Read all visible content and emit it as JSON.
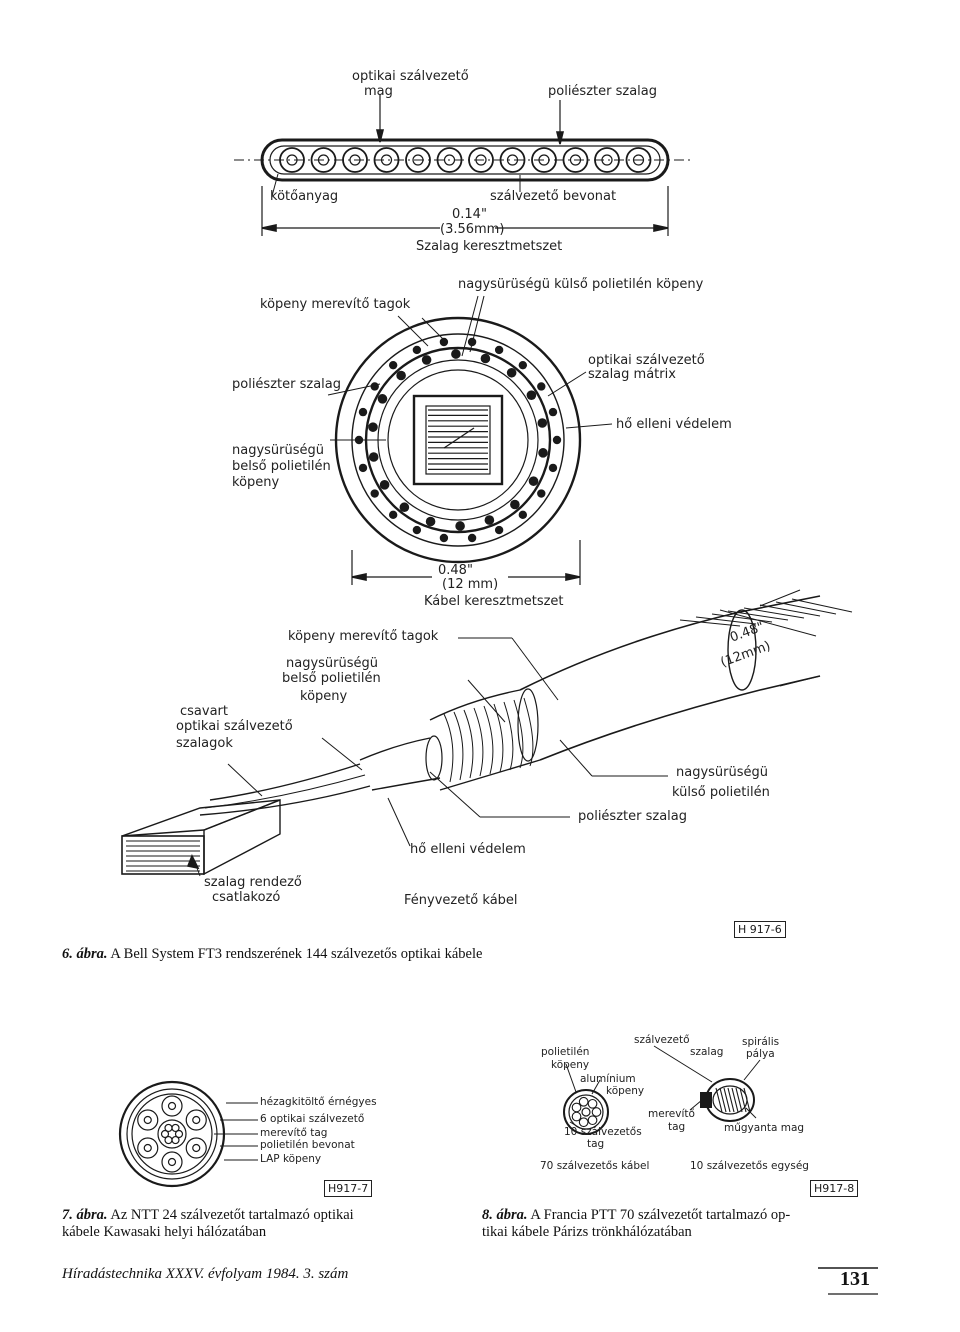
{
  "fig6": {
    "ribbon": {
      "label_core": "optikai szálvezető",
      "label_core2": "mag",
      "label_polyester": "poliészter szalag",
      "label_adhesive": "kötőanyag",
      "label_coating": "szálvezető bevonat",
      "dim_in": "0.14\"",
      "dim_mm": "(3.56mm)",
      "title": "Szalag keresztmetszet"
    },
    "cross": {
      "label_outer": "nagysürüségü külső polietilén köpeny",
      "label_strength": "köpeny merevítő tagok",
      "label_polyester": "poliészter szalag",
      "label_inner_1": "nagysürüségü",
      "label_inner_2": "belső polietilén",
      "label_inner_3": "köpeny",
      "label_matrix_1": "optikai szálvezető",
      "label_matrix_2": "szalag mátrix",
      "label_heat": "hő elleni védelem",
      "dim_in": "0.48\"",
      "dim_mm": "(12 mm)",
      "title": "Kábel keresztmetszet"
    },
    "perspective": {
      "label_strength": "köpeny merevítő tagok",
      "label_inner_1": "nagysürüségü",
      "label_inner_2": "belső polietilén",
      "label_inner_3": "köpeny",
      "label_twisted_1": "csavart",
      "label_twisted_2": "optikai szálvezető",
      "label_twisted_3": "szalagok",
      "label_outer_1": "nagysürüségü",
      "label_outer_2": "külső polietilén",
      "label_polyester": "poliészter szalag",
      "label_heat": "hő elleni védelem",
      "label_connector_1": "szalag rendező",
      "label_connector_2": "csatlakozó",
      "title": "Fényvezető kábel",
      "dim_in": "0.48\"",
      "dim_mm": "(12mm)"
    },
    "fig_id": "H 917-6",
    "caption_num": "6. ábra.",
    "caption_text": "A Bell System FT3 rendszerének 144 szálvezetős optikai kábele"
  },
  "fig7": {
    "labels": [
      "hézagkitöltő érnégyes",
      "6 optikai szálvezető",
      "merevítő tag",
      "polietilén bevonat",
      "LAP köpeny"
    ],
    "fig_id": "H917-7",
    "caption_num": "7. ábra.",
    "caption_line1": "Az NTT 24 szálvezetőt tartalmazó optikai",
    "caption_line2": "kábele Kawasaki helyi hálózatában"
  },
  "fig8": {
    "label_pe_1": "polietilén",
    "label_pe_2": "köpeny",
    "label_al_1": "alumínium",
    "label_al_2": "köpeny",
    "label_tag_1": "10 szálvezetős",
    "label_tag_2": "tag",
    "label_ribbon_1": "szálvezető",
    "label_ribbon_2": "szalag",
    "label_spiral_1": "spirális",
    "label_spiral_2": "pálya",
    "label_strength_1": "merevítő",
    "label_strength_2": "tag",
    "label_plastic": "műgyanta mag",
    "sub_left": "70 szálvezetős kábel",
    "sub_right": "10 szálvezetős egység",
    "fig_id": "H917-8",
    "caption_num": "8. ábra.",
    "caption_line1": "A Francia PTT 70 szálvezetőt tartalmazó op-",
    "caption_line2": "tikai kábele Párizs trönkhálózatában"
  },
  "footer": {
    "journal": "Híradástechnika XXXV. évfolyam 1984. 3. szám",
    "page": "131"
  }
}
